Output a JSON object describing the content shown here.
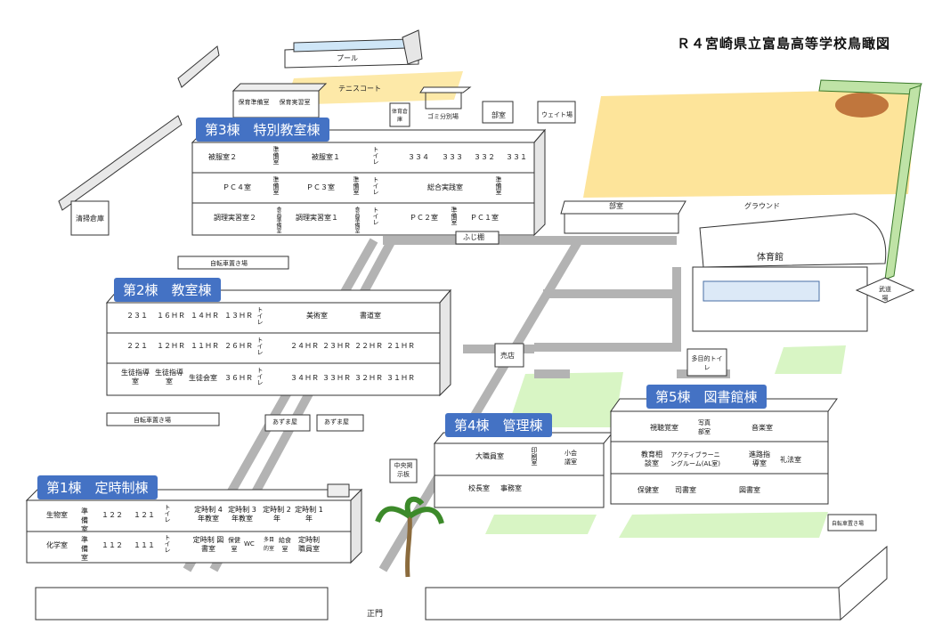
{
  "title": "Ｒ４宮崎県立富島高等学校鳥瞰図",
  "labels": {
    "pool": "プール",
    "tennis": "テニスコート",
    "hoiku_junbi": "保育準備室",
    "hoiku_jisshu": "保育実習室",
    "sports_eq": "体育倉庫",
    "gomi": "ゴミ分別場",
    "bushitsu_top": "部室",
    "weight": "ウェイト場",
    "ground": "グラウンド",
    "gym": "体育館",
    "budojo": "武道場",
    "bushitsu_mid": "部室",
    "seisou": "清掃倉庫",
    "bike1": "自転車置き場",
    "bike2": "自転車置き場",
    "fuji": "ふじ棚",
    "baiten": "売店",
    "tamokuteki_toilet": "多目的トイレ",
    "azumaya1": "あずま屋",
    "azumaya2": "あずま屋",
    "chuo": "中央掲示板",
    "seimon": "正門",
    "bike3": "自転車置き場"
  },
  "buildings": {
    "b1": "第1棟　定時制棟",
    "b2": "第2棟　教室棟",
    "b3": "第3棟　特別教室棟",
    "b4": "第4棟　管理棟",
    "b5": "第5棟　図書館棟"
  },
  "b3_rooms": [
    "被服室２",
    "準備室",
    "被服室１",
    "トイレ",
    "３３４",
    "３３３",
    "３３２",
    "３３１",
    "ＰＣ４室",
    "準備室",
    "ＰＣ３室",
    "準備室",
    "トイレ",
    "総合実践室",
    "準備室",
    "調理実習室２",
    "食品準備室",
    "調理実習室１",
    "食品準備室",
    "トイレ",
    "ＰＣ２室",
    "準備室",
    "ＰＣ１室"
  ],
  "b2_rooms": [
    "２３１",
    "１６ＨＲ",
    "１４ＨＲ",
    "１３ＨＲ",
    "トイレ",
    "美術室",
    "書道室",
    "２２１",
    "１２ＨＲ",
    "１１ＨＲ",
    "２６ＨＲ",
    "トイレ",
    "２４ＨＲ",
    "２３ＨＲ",
    "２２ＨＲ",
    "２１ＨＲ",
    "生徒指導室",
    "生徒指導室",
    "生徒会室",
    "３６ＨＲ",
    "トイレ",
    "３４ＨＲ",
    "３３ＨＲ",
    "３２ＨＲ",
    "３１ＨＲ"
  ],
  "b1_rooms": [
    "生物室",
    "準備室",
    "１２２",
    "１２１",
    "トイレ",
    "定時制 4年教室",
    "定時制 3年教室",
    "定時制 2年",
    "定時制 1年",
    "化学室",
    "準備室",
    "１１２",
    "１１１",
    "トイレ",
    "定時制 図書室",
    "保健室",
    "WC",
    "多目的室",
    "給食室",
    "定時制 職員室"
  ],
  "b4_rooms": [
    "大職員室",
    "印刷室",
    "小会議室",
    "校長室",
    "事務室"
  ],
  "b5_rooms": [
    "視聴覚室",
    "写真部室",
    "音楽室",
    "教育相談室",
    "アクティブラーニングルーム(AL室)",
    "進路指導室",
    "礼法室",
    "保健室",
    "司書室",
    "図書室"
  ]
}
